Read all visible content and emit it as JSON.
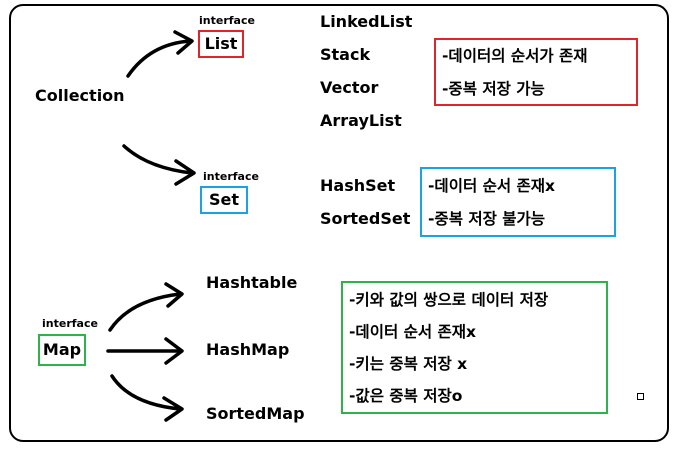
{
  "collection": {
    "root_label": "Collection",
    "list": {
      "interface_label": "interface",
      "name": "List",
      "color": "#e0242b",
      "impls": [
        "LinkedList",
        "Stack",
        "Vector",
        "ArrayList"
      ],
      "notes": [
        "-데이터의 순서가 존재",
        "-중복 저장 가능"
      ]
    },
    "set": {
      "interface_label": "interface",
      "name": "Set",
      "color": "#1aa3e0",
      "impls": [
        "HashSet",
        "SortedSet"
      ],
      "notes": [
        "-데이터 순서 존재x",
        "-중복 저장 불가능"
      ]
    }
  },
  "map": {
    "interface_label": "interface",
    "name": "Map",
    "color": "#2db34a",
    "impls": [
      "Hashtable",
      "HashMap",
      "SortedMap"
    ],
    "notes": [
      "-키와 값의 쌍으로 데이터 저장",
      "-데이터 순서 존재x",
      "-키는 중복 저장 x",
      "-값은 중복 저장o"
    ]
  }
}
